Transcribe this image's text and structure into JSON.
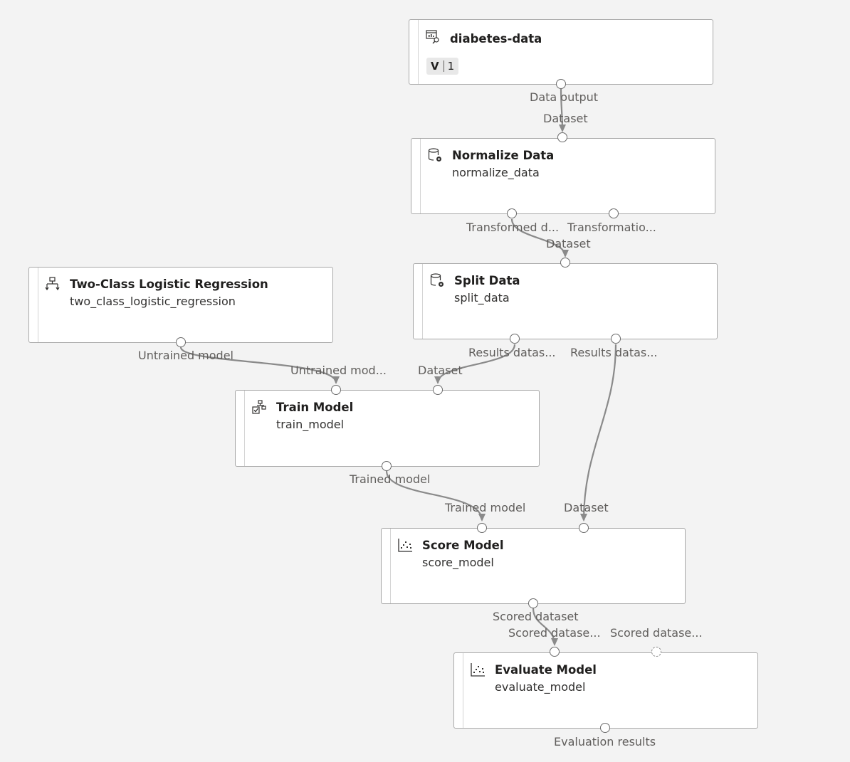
{
  "canvas": {
    "nodes": [
      {
        "id": "diabetes-data",
        "title": "diabetes-data",
        "icon": "dataset-icon",
        "version_prefix": "V",
        "version_number": "1",
        "outputs": [
          "Data output"
        ]
      },
      {
        "id": "normalize-data",
        "title": "Normalize Data",
        "subtitle": "normalize_data",
        "icon": "database-gear-icon",
        "inputs": [
          "Dataset"
        ],
        "outputs": [
          "Transformed d...",
          "Transformatio..."
        ]
      },
      {
        "id": "split-data",
        "title": "Split Data",
        "subtitle": "split_data",
        "icon": "database-gear-icon",
        "inputs": [
          "Dataset"
        ],
        "outputs": [
          "Results datas...",
          "Results datas..."
        ]
      },
      {
        "id": "two-class-logistic-regression",
        "title": "Two-Class Logistic Regression",
        "subtitle": "two_class_logistic_regression",
        "icon": "hierarchy-icon",
        "outputs": [
          "Untrained model"
        ]
      },
      {
        "id": "train-model",
        "title": "Train Model",
        "subtitle": "train_model",
        "icon": "train-model-icon",
        "inputs": [
          "Untrained mod...",
          "Dataset"
        ],
        "outputs": [
          "Trained model"
        ]
      },
      {
        "id": "score-model",
        "title": "Score Model",
        "subtitle": "score_model",
        "icon": "scatter-chart-icon",
        "inputs": [
          "Trained model",
          "Dataset"
        ],
        "outputs": [
          "Scored dataset"
        ]
      },
      {
        "id": "evaluate-model",
        "title": "Evaluate Model",
        "subtitle": "evaluate_model",
        "icon": "scatter-chart-icon",
        "inputs": [
          "Scored datase...",
          "Scored datase..."
        ],
        "outputs": [
          "Evaluation results"
        ]
      }
    ],
    "colors": {
      "background": "#f3f3f3",
      "node_border": "#a8a8a8",
      "edge": "#8a8a8a",
      "label": "#605e5c"
    }
  }
}
